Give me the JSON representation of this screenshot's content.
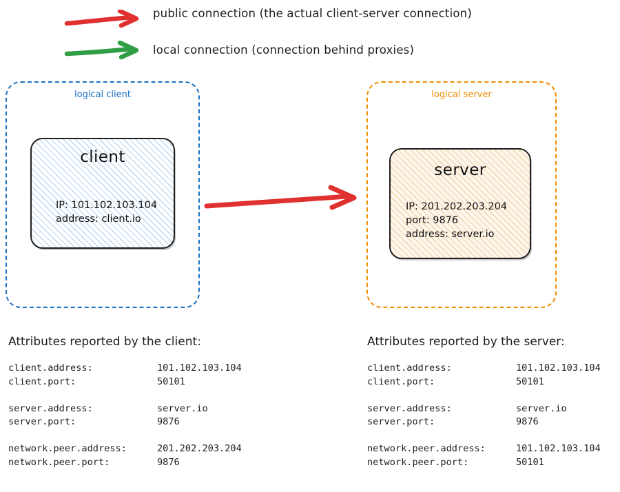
{
  "legend": {
    "items": [
      {
        "icon": "red-arrow-icon",
        "color": "#e03131",
        "label": "public connection (the actual client-server connection)"
      },
      {
        "icon": "green-arrow-icon",
        "color": "#2f9e44",
        "label": "local connection (connection behind proxies)"
      }
    ]
  },
  "diagram": {
    "client_group": {
      "label": "logical client",
      "color": "#1971c2",
      "node": {
        "title": "client",
        "details": "IP: 101.102.103.104\naddress: client.io",
        "fill_color": "#bdd9f2"
      }
    },
    "server_group": {
      "label": "logical server",
      "color": "#f08c00",
      "node": {
        "title": "server",
        "details": "IP: 201.202.203.204\nport: 9876\naddress: server.io",
        "fill_color": "#f2d5ab"
      }
    },
    "connection": {
      "type": "public",
      "color": "#e03131",
      "from": "client",
      "to": "server"
    }
  },
  "attributes": {
    "client_panel": {
      "heading": "Attributes reported by the client:",
      "groups": [
        [
          {
            "key": "client.address:",
            "value": "101.102.103.104"
          },
          {
            "key": "client.port:",
            "value": "50101"
          }
        ],
        [
          {
            "key": "server.address:",
            "value": "server.io"
          },
          {
            "key": "server.port:",
            "value": "9876"
          }
        ],
        [
          {
            "key": "network.peer.address:",
            "value": "201.202.203.204"
          },
          {
            "key": "network.peer.port:",
            "value": "9876"
          }
        ]
      ]
    },
    "server_panel": {
      "heading": "Attributes reported by the server:",
      "groups": [
        [
          {
            "key": "client.address:",
            "value": "101.102.103.104"
          },
          {
            "key": "client.port:",
            "value": "50101"
          }
        ],
        [
          {
            "key": "server.address:",
            "value": "server.io"
          },
          {
            "key": "server.port:",
            "value": "9876"
          }
        ],
        [
          {
            "key": "network.peer.address:",
            "value": "101.102.103.104"
          },
          {
            "key": "network.peer.port:",
            "value": "50101"
          }
        ]
      ]
    }
  }
}
